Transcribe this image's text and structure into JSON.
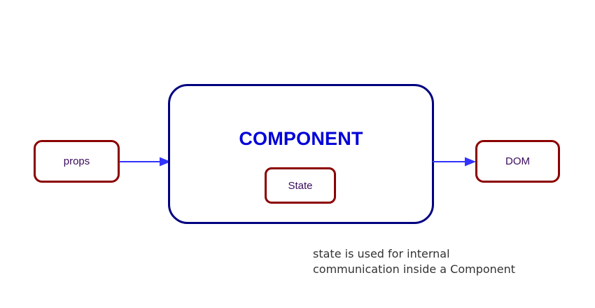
{
  "diagram": {
    "title": "React component data flow diagram",
    "background": "#ffffff",
    "colors": {
      "node_border_red": "#8B0000",
      "component_border_navy": "#000080",
      "component_title_blue": "#0000d8",
      "node_label_purple": "#3b0b5e",
      "arrow_blue": "#3333ff",
      "caption_gray": "#333333"
    },
    "nodes": {
      "props": {
        "label": "props",
        "shape": "rounded-rectangle"
      },
      "component": {
        "label": "COMPONENT",
        "shape": "rounded-rectangle"
      },
      "state": {
        "label": "State",
        "shape": "rounded-rectangle"
      },
      "dom": {
        "label": "DOM",
        "shape": "rounded-rectangle"
      }
    },
    "arrows": [
      {
        "name": "props-to-component",
        "from": "props",
        "to": "component",
        "direction": "right",
        "color": "#3333ff"
      },
      {
        "name": "component-to-dom",
        "from": "component",
        "to": "dom",
        "direction": "right",
        "color": "#3333ff"
      }
    ],
    "caption": "state is used for internal\ncommunication inside a Component"
  }
}
